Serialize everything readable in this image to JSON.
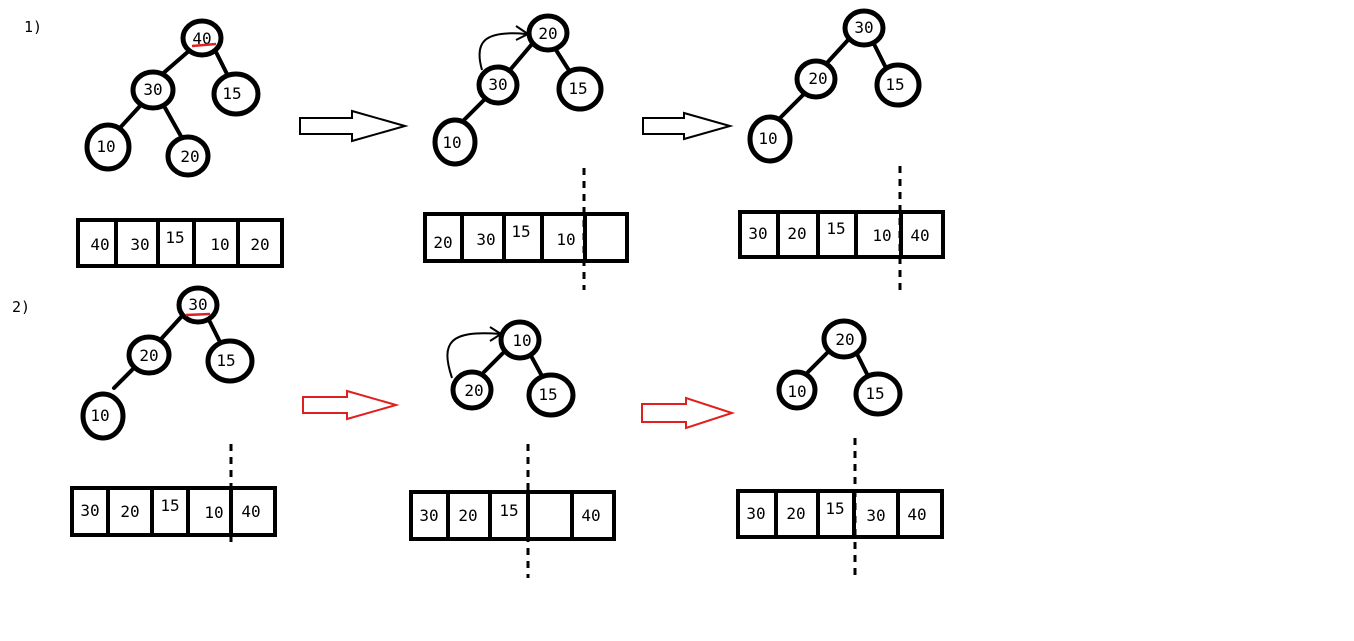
{
  "step_labels": [
    "1)",
    "2)"
  ],
  "colors": {
    "ink": "#000000",
    "highlight": "#e02020",
    "arrow_outline_row1": "#000000",
    "arrow_outline_row2": "#e02020"
  },
  "panels": [
    {
      "nodes": [
        "40",
        "30",
        "15",
        "10",
        "20"
      ],
      "highlight_root": true,
      "swap_arrow": false,
      "array": [
        "40",
        "30",
        "15",
        "10",
        "20"
      ],
      "divider": false
    },
    {
      "nodes": [
        "20",
        "30",
        "15",
        "10"
      ],
      "highlight_root": false,
      "swap_arrow": true,
      "array": [
        "20",
        "30",
        "15",
        "10",
        ""
      ],
      "divider": true
    },
    {
      "nodes": [
        "30",
        "20",
        "15",
        "10"
      ],
      "highlight_root": false,
      "swap_arrow": false,
      "array": [
        "30",
        "20",
        "15",
        "10",
        "40"
      ],
      "divider": true
    },
    {
      "nodes": [
        "30",
        "20",
        "15",
        "10"
      ],
      "highlight_root": true,
      "swap_arrow": false,
      "array": [
        "30",
        "20",
        "15",
        "10",
        "40"
      ],
      "divider": true
    },
    {
      "nodes": [
        "10",
        "20",
        "15"
      ],
      "highlight_root": false,
      "swap_arrow": true,
      "array": [
        "30",
        "20",
        "15",
        "",
        "40"
      ],
      "divider": true
    },
    {
      "nodes": [
        "20",
        "10",
        "15"
      ],
      "highlight_root": false,
      "swap_arrow": false,
      "array": [
        "30",
        "20",
        "15",
        "30",
        "40"
      ],
      "divider": true
    }
  ]
}
